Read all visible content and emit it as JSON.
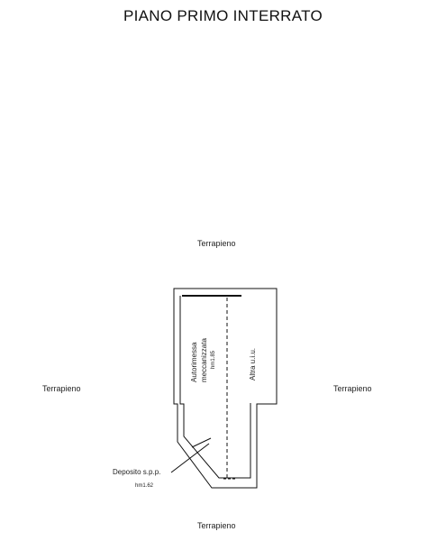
{
  "title": "PIANO PRIMO INTERRATO",
  "surroundings": {
    "top": "Terrapieno",
    "left": "Terrapieno",
    "right": "Terrapieno",
    "bottom": "Terrapieno"
  },
  "rooms": {
    "garage_line1": "Autorimessa",
    "garage_line2": "meccanizzata",
    "garage_height": "hm1.85",
    "other": "Altra u.i.u.",
    "storage": "Deposito s.p.p.",
    "storage_height": "hm1.62"
  },
  "colors": {
    "line": "#111111",
    "text": "#222222",
    "background": "#ffffff"
  }
}
